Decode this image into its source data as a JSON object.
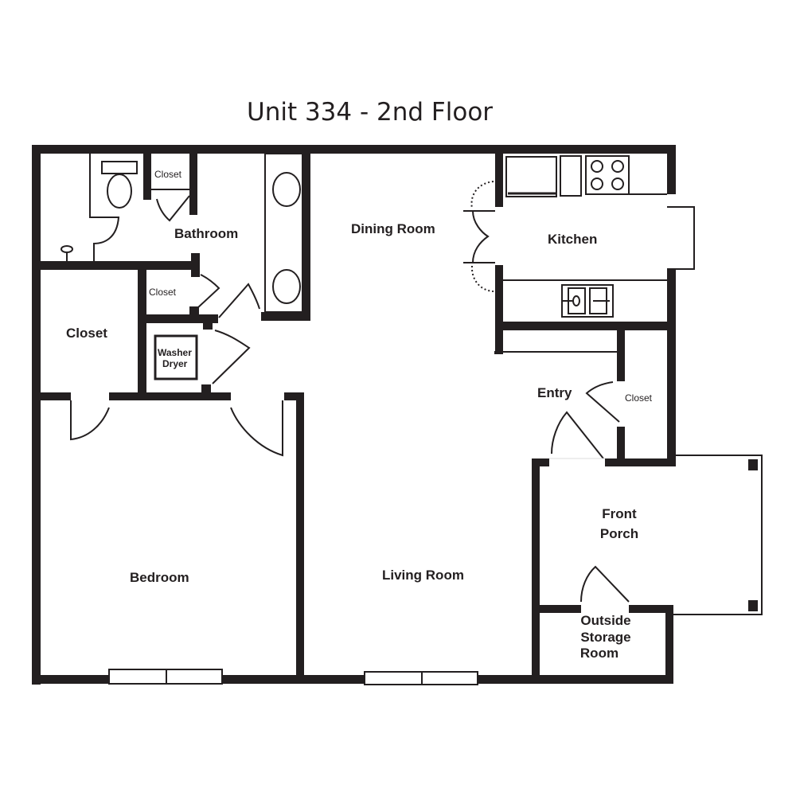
{
  "title": "Unit 334 - 2nd Floor",
  "rooms": {
    "bathroom": "Bathroom",
    "bath_closet": "Closet",
    "hall_closet": "Closet",
    "bedroom_closet": "Closet",
    "washer": "Washer",
    "dryer": "Dryer",
    "dining": "Dining Room",
    "kitchen": "Kitchen",
    "entry": "Entry",
    "entry_closet": "Closet",
    "front_porch_1": "Front",
    "front_porch_2": "Porch",
    "bedroom": "Bedroom",
    "living": "Living Room",
    "storage_1": "Outside",
    "storage_2": "Storage",
    "storage_3": "Room"
  },
  "colors": {
    "wall": "#231f20",
    "background": "#ffffff"
  }
}
